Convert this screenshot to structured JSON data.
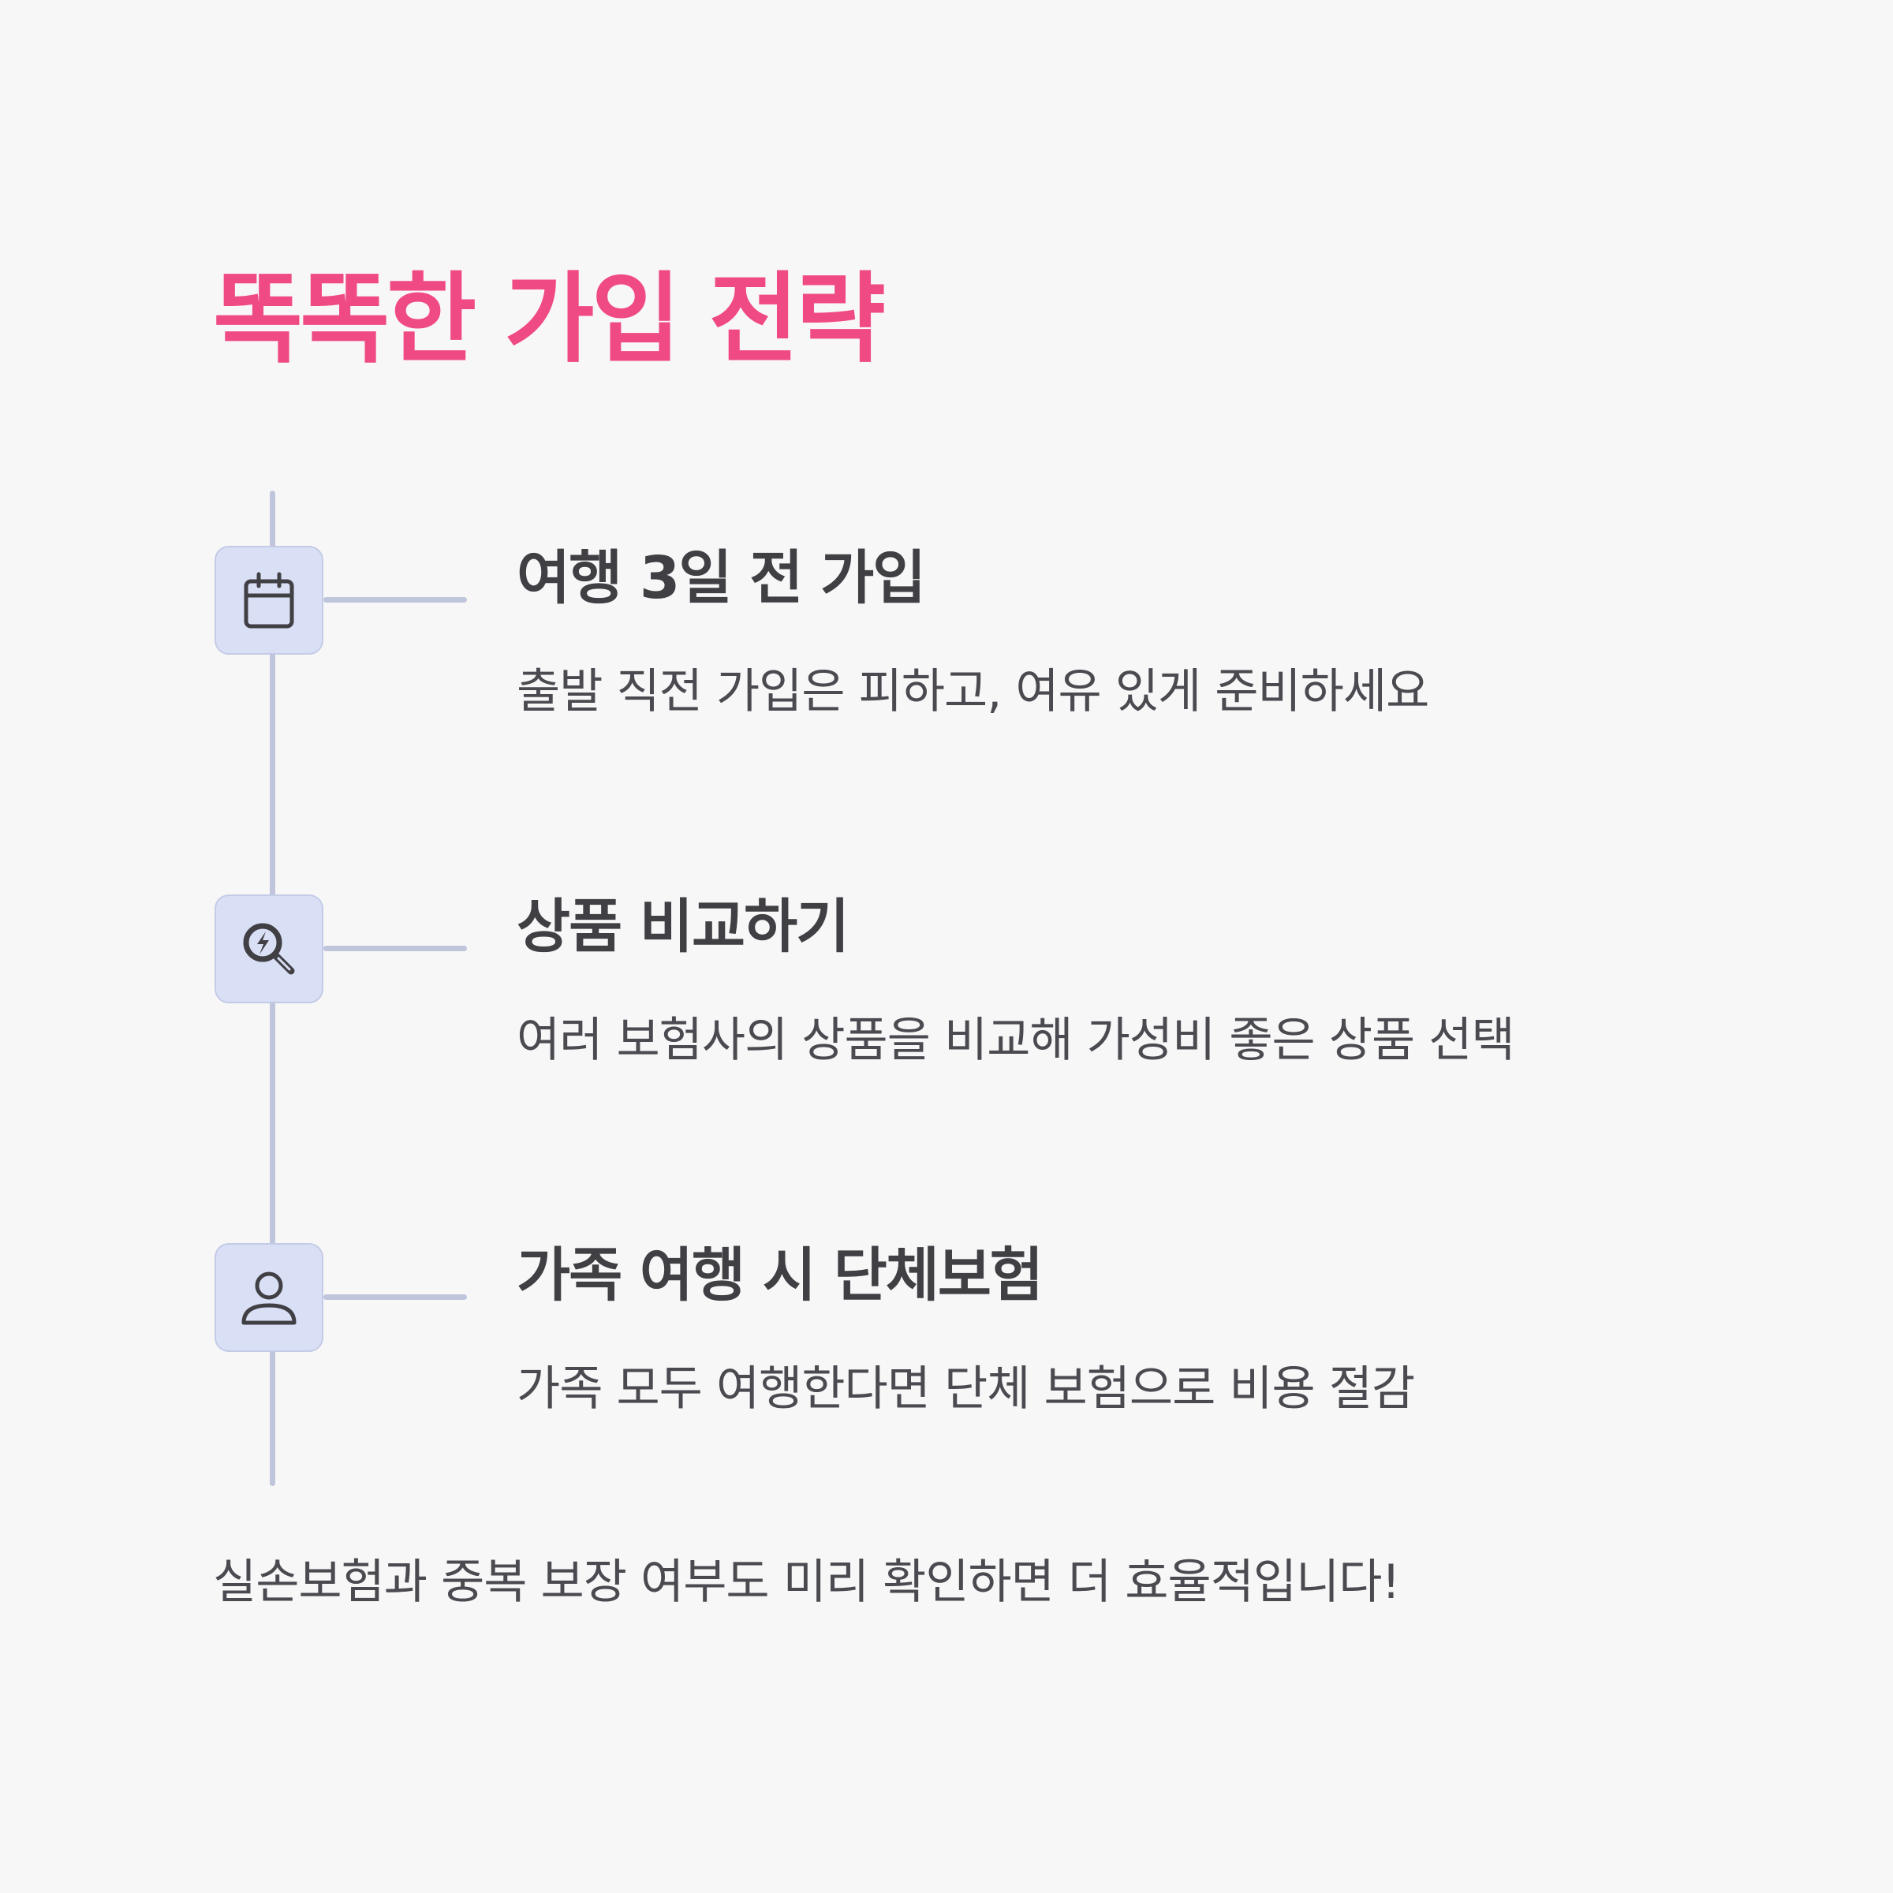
{
  "title": "똑똑한 가입 전략",
  "steps": [
    {
      "icon": "calendar-icon",
      "title": "여행 3일 전 가입",
      "description": "출발 직전 가입은 피하고, 여유 있게 준비하세요"
    },
    {
      "icon": "search-bolt-icon",
      "title": "상품 비교하기",
      "description": "여러 보험사의 상품을 비교해 가성비 좋은 상품 선택"
    },
    {
      "icon": "person-icon",
      "title": "가족 여행 시 단체보험",
      "description": "가족 모두 여행한다면 단체 보험으로 비용 절감"
    }
  ],
  "footer_note": "실손보험과 중복 보장 여부도 미리 확인하면 더 효율적입니다!",
  "colors": {
    "title": "#f04a84",
    "background": "#f8f7f8",
    "timeline": "#bfc5db",
    "icon_background": "#d9dff5",
    "text": "#3f3f44"
  }
}
